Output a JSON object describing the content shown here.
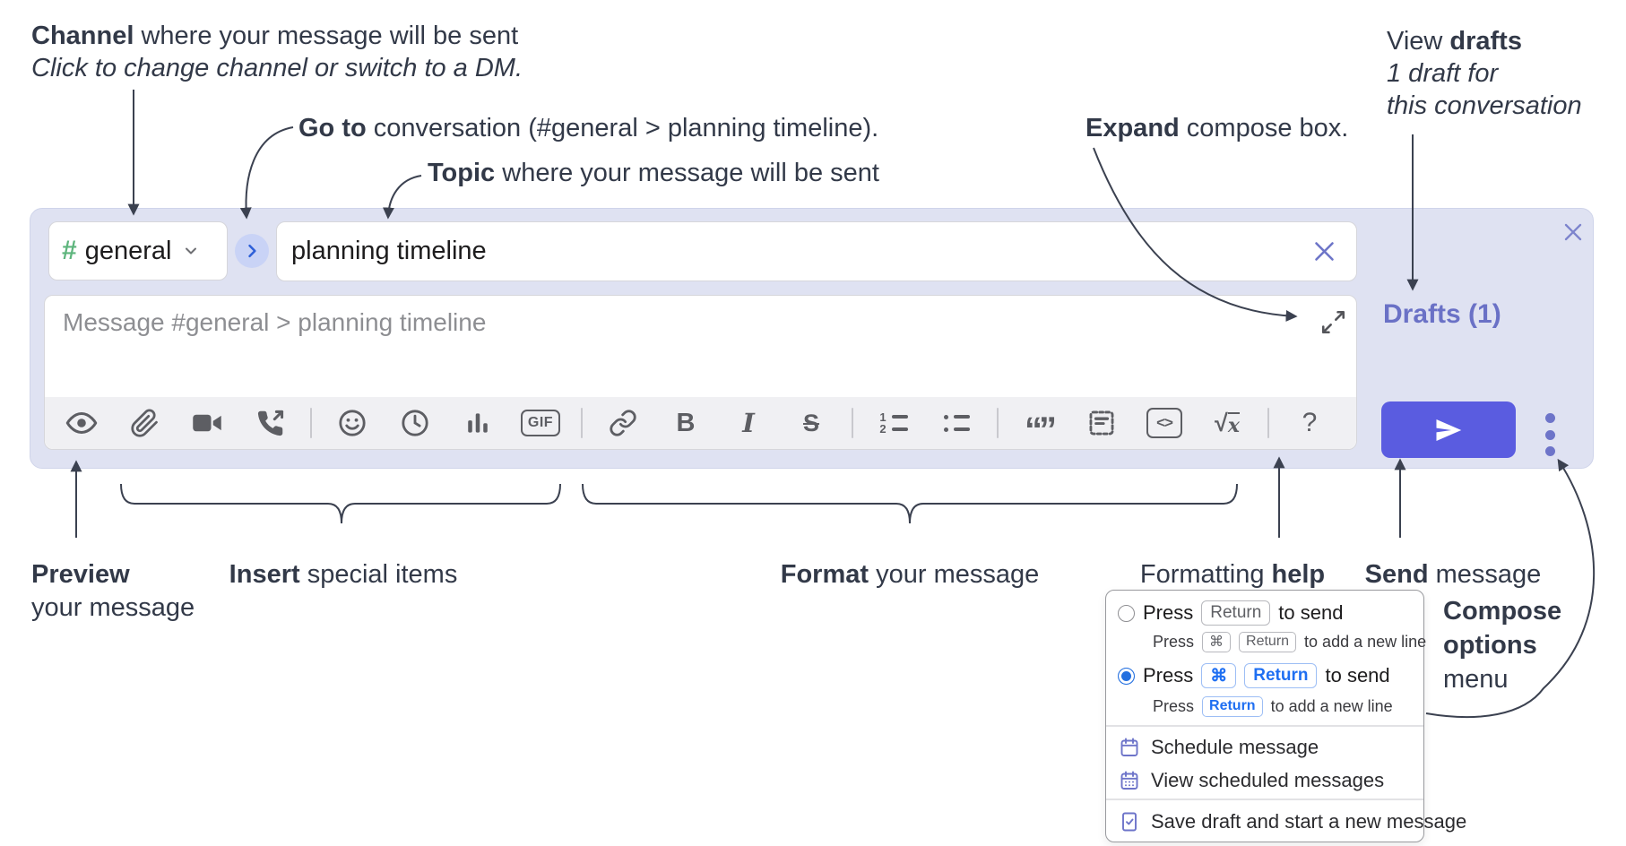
{
  "colors": {
    "composer_bg": "#dfe2f2",
    "accent_purple": "#6a71c6",
    "send_button": "#5a5ce0",
    "channel_green": "#5eb57d",
    "radio_blue": "#2470e0",
    "key_blue": "#1f6ff2",
    "annotation_text": "#323948"
  },
  "annotations": {
    "channel": {
      "bold": "Channel",
      "rest": " where your message will be sent",
      "line2": "Click to change channel or switch to a DM."
    },
    "goto": {
      "bold": "Go to",
      "rest": " conversation (#general > planning timeline)."
    },
    "topic": {
      "bold": "Topic",
      "rest": " where your message will be sent"
    },
    "expand": {
      "bold": "Expand",
      "rest": " compose box."
    },
    "view_drafts": {
      "line1_pre": "View ",
      "line1_bold": "drafts",
      "line2": "1 draft for",
      "line3": "this conversation"
    },
    "preview": {
      "bold": "Preview",
      "line2": "your message"
    },
    "insert": {
      "bold": "Insert",
      "rest": " special items"
    },
    "format": {
      "bold": "Format",
      "rest": " your message"
    },
    "formatting_help": {
      "pre": "Formatting ",
      "bold": "help"
    },
    "send": {
      "bold": "Send",
      "rest": " message"
    },
    "compose_options": {
      "line1": "Compose",
      "line2": "options",
      "line3": "menu"
    }
  },
  "composer": {
    "channel": {
      "hash": "#",
      "name": "general"
    },
    "topic_value": "planning timeline",
    "message_placeholder": "Message #general > planning timeline",
    "drafts_label": "Drafts (1)",
    "toolbar": {
      "gif": "GIF",
      "bold": "B",
      "italic": "I",
      "strike": "S",
      "quote": "“”",
      "code": "<>",
      "formula_radical": "√",
      "formula_var": "x",
      "help": "?",
      "ol_1": "1",
      "ol_2": "2"
    }
  },
  "menu": {
    "option1": {
      "press": "Press",
      "key": "Return",
      "suffix": "to send",
      "sub_press": "Press",
      "sub_keys": [
        "⌘",
        "Return"
      ],
      "sub_suffix": "to add a new line"
    },
    "option2": {
      "press": "Press",
      "keys": [
        "⌘",
        "Return"
      ],
      "suffix": "to send",
      "sub_press": "Press",
      "sub_key": "Return",
      "sub_suffix": "to add a new line"
    },
    "items": [
      {
        "label": "Schedule message"
      },
      {
        "label": "View scheduled messages"
      },
      {
        "label": "Save draft and start a new message"
      }
    ]
  }
}
